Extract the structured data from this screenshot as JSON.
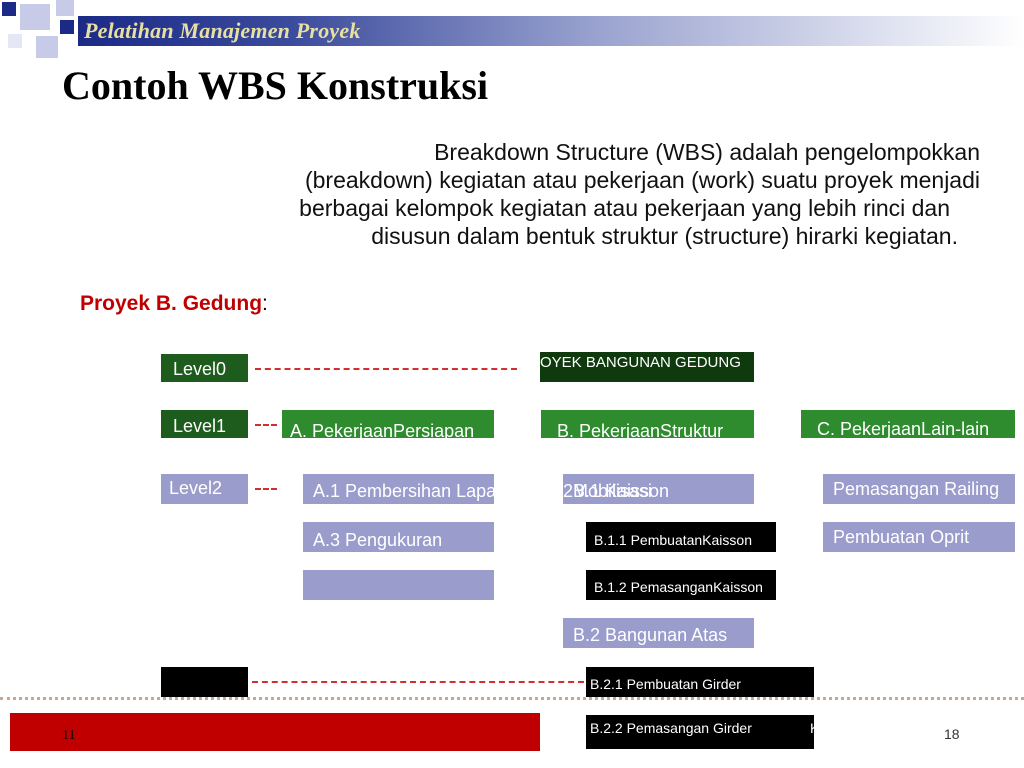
{
  "header": {
    "title": "Pelatihan Manajemen Proyek"
  },
  "slide": {
    "title": "Contoh WBS Konstruksi",
    "intro": [
      "Breakdown Structure (WBS) adalah pengelompokkan",
      "(breakdown) kegiatan atau pekerjaan (work) suatu proyek menjadi",
      "berbagai kelompok kegiatan atau pekerjaan yang lebih rinci dan",
      "disusun dalam bentuk struktur (structure) hirarki kegiatan."
    ],
    "project_label": "Proyek B. Gedung",
    "project_colon": ":"
  },
  "wbs": {
    "levels": [
      "Level0",
      "Level1",
      "Level2"
    ],
    "root": "OYEK BANGUNAN GEDUNG",
    "level1": [
      "A. PekerjaanPersiapan",
      "B. PekerjaanStruktur",
      "C. PekerjaanLain-lain"
    ],
    "a_items": [
      "A.1 Pembersihan Lapa",
      "A.3 Pengukuran"
    ],
    "b_overlap": [
      "2B.1 Kaisson",
      "Mobilisasi"
    ],
    "b_sub": [
      "B.1.1 PembuatanKaisson",
      "B.1.2 PemasanganKaisson"
    ],
    "b2": "B.2 Bangunan Atas",
    "b2_sub": [
      "B.2.1 Pembuatan Girder",
      "B.2.2 Pemasangan Girder"
    ],
    "b2_extra": "K",
    "c_items": [
      "Pemasangan Railing",
      "Pembuatan Oprit"
    ]
  },
  "footer": {
    "left_page": "11",
    "right_page": "18"
  },
  "colors": {
    "header_blue": "#1b2a86",
    "level_green": "#1d5c1d",
    "box_green": "#2e8b2e",
    "box_purple": "#9a9ccc",
    "accent_red": "#c00000"
  }
}
